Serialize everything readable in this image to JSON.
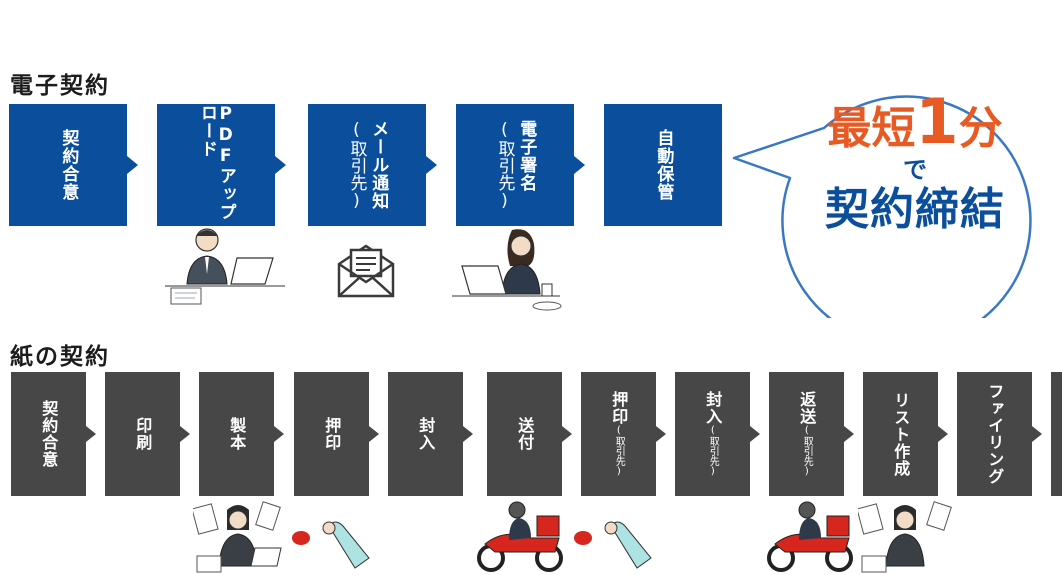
{
  "electronic": {
    "title": "電子契約",
    "steps": [
      {
        "main": "契約合意"
      },
      {
        "main": "PDFアップロード"
      },
      {
        "main": "メール通知",
        "sub": "(取引先)"
      },
      {
        "main": "電子署名",
        "sub": "(取引先)"
      },
      {
        "main": "自動保管"
      }
    ]
  },
  "bubble": {
    "line1_prefix": "最短",
    "line1_number": "1",
    "line1_suffix": "分",
    "line2": "で",
    "line3": "契約締結"
  },
  "paper": {
    "title": "紙の契約",
    "steps": [
      {
        "main": "契約合意"
      },
      {
        "main": "印刷"
      },
      {
        "main": "製本"
      },
      {
        "main": "押印"
      },
      {
        "main": "封入"
      },
      {
        "main": "送付"
      },
      {
        "main": "押印",
        "sub": "(取引先)"
      },
      {
        "main": "封入",
        "sub": "(取引先)"
      },
      {
        "main": "返送",
        "sub": "(取引先)"
      },
      {
        "main": "リスト作成"
      },
      {
        "main": "ファイリング"
      }
    ]
  },
  "colors": {
    "electronic": "#0b4f9c",
    "paper": "#474747",
    "accent": "#e85a24"
  }
}
